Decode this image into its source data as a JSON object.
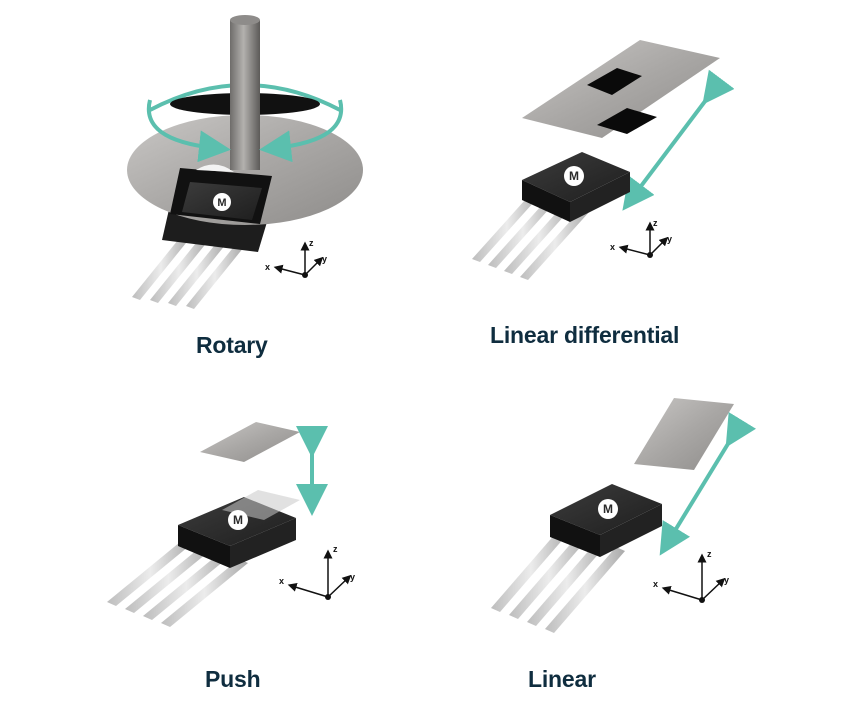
{
  "panels": {
    "rotary": {
      "caption": "Rotary"
    },
    "linear_differential": {
      "caption": "Linear differential"
    },
    "push": {
      "caption": "Push"
    },
    "linear": {
      "caption": "Linear"
    }
  },
  "axes": {
    "x": "x",
    "y": "y",
    "z": "z"
  },
  "chip_logo": "M",
  "colors": {
    "arrow": "#5bbfae",
    "caption": "#0f2d3f",
    "chip_body": "#2a2a2a",
    "metal_plate": "#a8a6a4",
    "lead": "#d6d6d6"
  },
  "icons": [
    "rotation-arrow-icon",
    "double-arrow-icon",
    "chip-logo-icon",
    "axis-triad-icon"
  ]
}
